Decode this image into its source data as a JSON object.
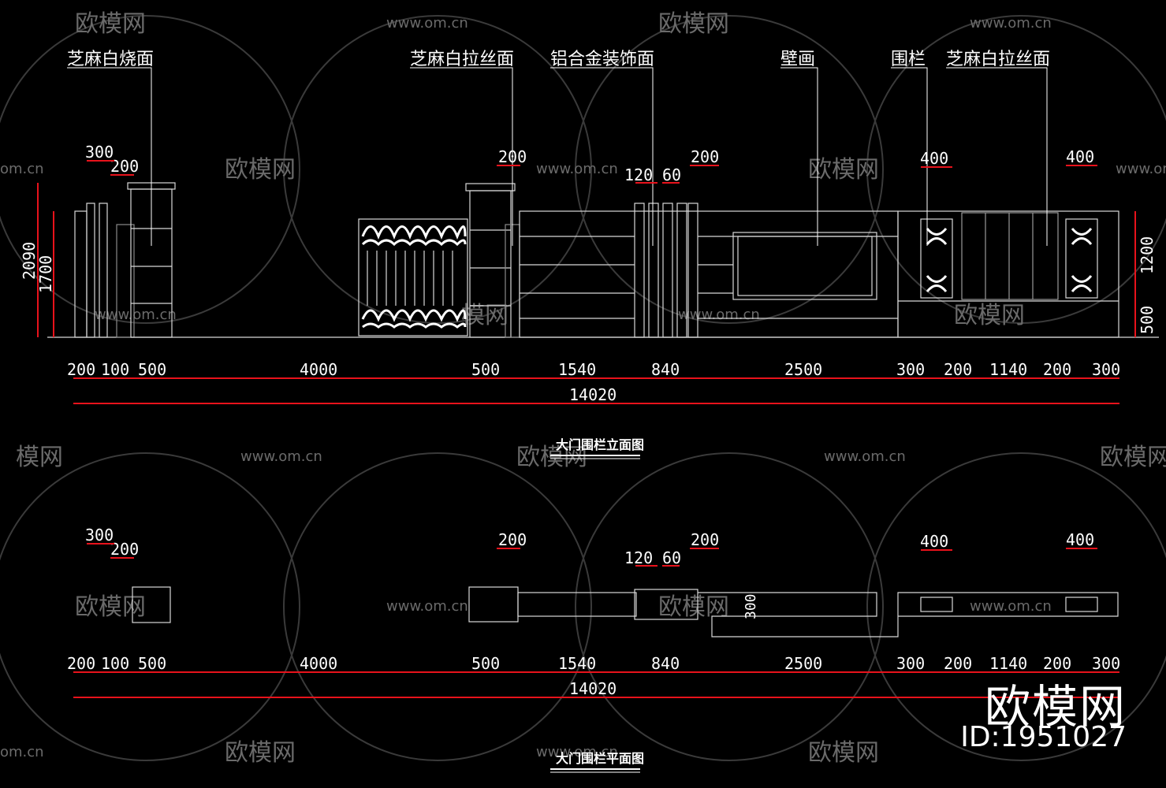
{
  "drawing": {
    "elevation_title": "大门围栏立面图",
    "plan_title": "大门围栏平面图",
    "callouts": [
      "芝麻白烧面",
      "芝麻白拉丝面",
      "铝合金装饰面",
      "壁画",
      "围栏",
      "芝麻白拉丝面"
    ],
    "bottom_dims": [
      "200",
      "100",
      "500",
      "4000",
      "500",
      "1540",
      "840",
      "2500",
      "300",
      "200",
      "1140",
      "200",
      "300"
    ],
    "total_dim": "14020",
    "top_dims": [
      "300",
      "200",
      "200",
      "120",
      "60",
      "200",
      "400",
      "400"
    ],
    "left_dims": [
      "2090",
      "1700"
    ],
    "right_dims": [
      "1200",
      "500"
    ],
    "plan_width_dim": "300"
  },
  "watermark": {
    "site": "www.om.cn",
    "logo": "欧模网",
    "short_site": "om.cn",
    "partial_logo": "模网"
  },
  "brand": {
    "name": "欧模网",
    "id": "ID:1951027"
  },
  "colors": {
    "background": "#000000",
    "dimension_red": "#e8121b",
    "line_white": "#ffffff",
    "watermark_gray": "#6a6a6a"
  }
}
